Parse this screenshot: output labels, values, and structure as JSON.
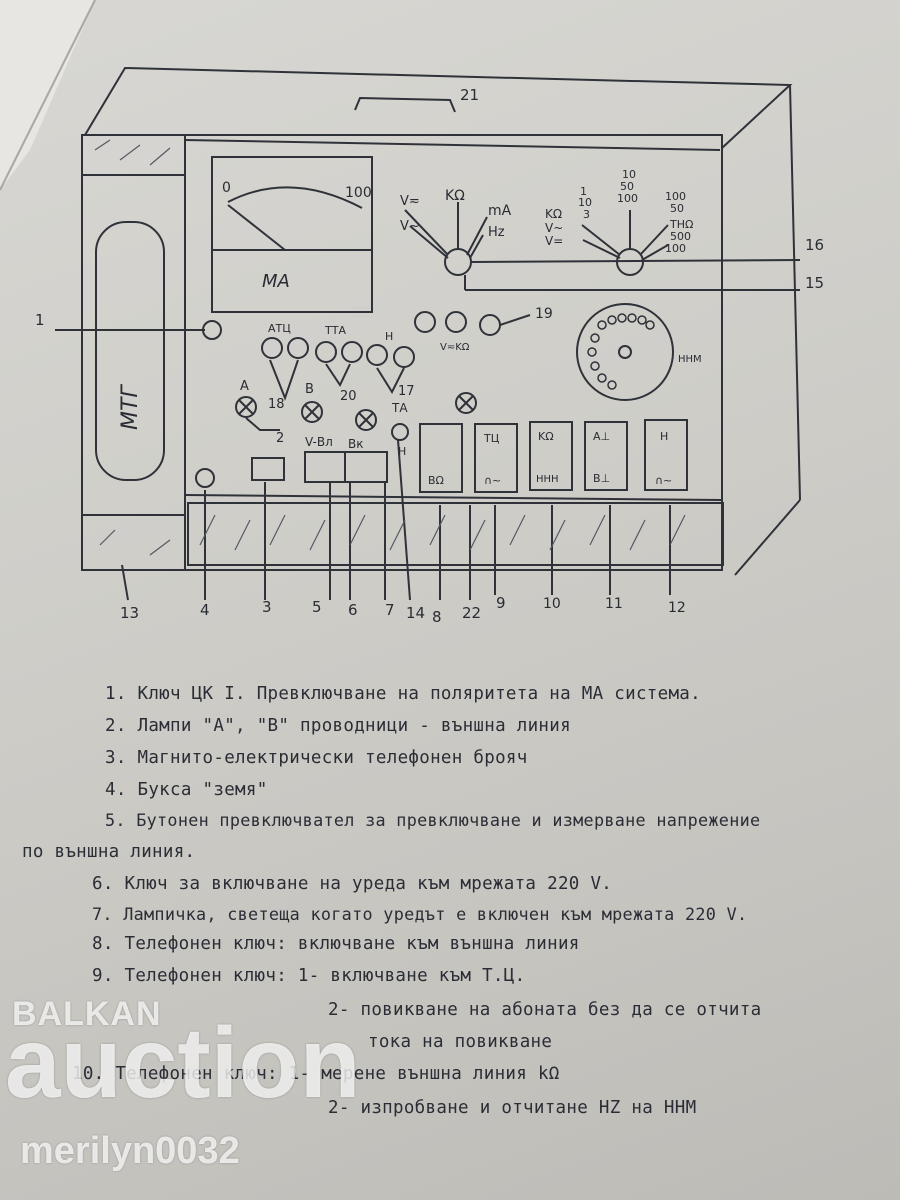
{
  "diagram": {
    "meter": {
      "scale_start": "0",
      "scale_end": "100",
      "unit": "МА"
    },
    "tube_label": "МТГ",
    "callouts": [
      "1",
      "2",
      "3",
      "4",
      "5",
      "6",
      "7",
      "8",
      "9",
      "10",
      "11",
      "12",
      "13",
      "14",
      "15",
      "16",
      "17",
      "18",
      "19",
      "20",
      "21",
      "22"
    ],
    "selector_left": {
      "labels": [
        "V≂",
        "KΩ",
        "mA",
        "V~",
        "Hz"
      ]
    },
    "selector_right": {
      "left_labels": [
        "1",
        "10",
        "3",
        "KΩ",
        "V~",
        "V="
      ],
      "top_labels": [
        "10",
        "50",
        "100"
      ],
      "right_labels": [
        "100",
        "50",
        "THΩ",
        "500",
        "100"
      ]
    },
    "lamp_labels": [
      "АТЦ",
      "ТТА",
      "Н"
    ],
    "lamp_small_labels": [
      "А",
      "В",
      "ТА",
      "Н"
    ],
    "switch_labels": [
      "V-Вл",
      "Вк"
    ],
    "test_labels": [
      "V≂KΩ"
    ],
    "dial_label": "ННМ",
    "key_panels": [
      {
        "top": "",
        "bottom": "ВΩ"
      },
      {
        "top": "ТЦ",
        "bottom": "∩~"
      },
      {
        "top": "KΩ",
        "bottom": "ННН"
      },
      {
        "top": "А⊥",
        "bottom": "В⊥"
      },
      {
        "top": "Н",
        "bottom": "∩~"
      }
    ]
  },
  "legend": [
    {
      "text": "1. Ключ ЦК I. Превключване на поляритета на МА система."
    },
    {
      "text": "2. Лампи \"А\", \"В\" проводници - външна линия"
    },
    {
      "text": "3. Магнито-електрически телефонен брояч"
    },
    {
      "text": "4. Букса \"земя\""
    },
    {
      "text": "5. Бутонен превключвател за превключване и измерване напрежение"
    },
    {
      "text": "по външна линия."
    },
    {
      "text": "6. Ключ за включване на уреда към мрежата 220 V."
    },
    {
      "text": "7. Лампичка, светеща когато уредът е включен към мрежата 220 V."
    },
    {
      "text": "8. Телефонен ключ: включване към външна линия"
    },
    {
      "text": "9. Телефонен ключ: 1- включване към Т.Ц."
    },
    {
      "text": "2- повикване на абоната без да се отчита"
    },
    {
      "text": "тока на повикване"
    },
    {
      "text": "10. Телефонен ключ: 1- мерене външна линия kΩ"
    },
    {
      "text": "2- изпробване и отчитане HZ на ННМ"
    }
  ],
  "watermark": {
    "brand_top": "BALKAN",
    "brand_main": "auction",
    "user": "merilyn0032"
  }
}
